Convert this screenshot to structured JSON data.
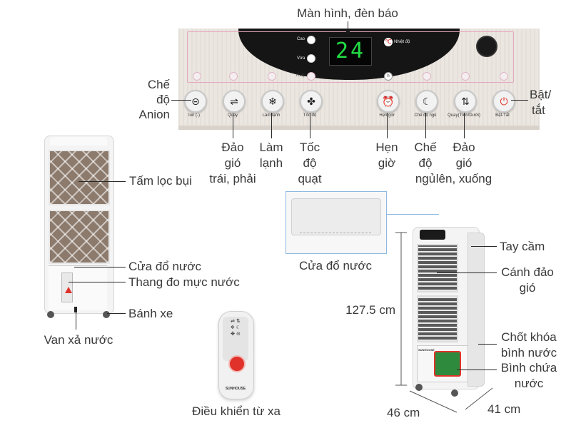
{
  "labels": {
    "display": "Màn hình, đèn báo",
    "anion": [
      "Chế",
      "độ",
      "Anion"
    ],
    "power": [
      "Bật/",
      "tắt"
    ],
    "swing_lr": [
      "Đảo",
      "gió",
      "trái, phải"
    ],
    "cooling": [
      "Làm",
      "lạnh"
    ],
    "fan_speed": [
      "Tốc",
      "độ",
      "quạt"
    ],
    "timer": [
      "Hẹn",
      "giờ"
    ],
    "sleep": [
      "Chế",
      "độ",
      "ngủ"
    ],
    "swing_ud": [
      "Đảo",
      "gió",
      "lên, xuống"
    ],
    "dust_filter": "Tấm lọc bụi",
    "water_inlet_front": "Cửa đổ nước",
    "water_gauge": "Thang đo mực nước",
    "wheels": "Bánh xe",
    "drain_valve": "Van xả nước",
    "remote": "Điều khiển từ xa",
    "water_inlet_top": "Cửa đổ nước",
    "handle": "Tay cầm",
    "louvers": [
      "Cánh đảo",
      "gió"
    ],
    "tank_lock": [
      "Chốt khóa",
      "bình nước"
    ],
    "tank": [
      "Bình chứa",
      "nước"
    ]
  },
  "dimensions": {
    "height": "127.5 cm",
    "width": "46 cm",
    "depth": "41 cm"
  },
  "panel": {
    "display_value": "24",
    "speed_high": "Cao",
    "speed_mid": "Vừa",
    "speed_low": "Thấp",
    "temp": "Nhiệt độ",
    "hour": "h",
    "buttons": [
      {
        "label": "Ion (-)",
        "icon": "ion-icon",
        "glyph": "⊝"
      },
      {
        "label": "Quay",
        "icon": "swing-lr-icon",
        "glyph": "⇌"
      },
      {
        "label": "Làm lạnh",
        "icon": "snowflake-icon",
        "glyph": "❄"
      },
      {
        "label": "Tốc độ",
        "icon": "fan-icon",
        "glyph": "✤"
      },
      {
        "label": "Hẹn giờ",
        "icon": "alarm-clock-icon",
        "glyph": "⏰"
      },
      {
        "label": "Chế độ ngủ",
        "icon": "moon-icon",
        "glyph": "☾"
      },
      {
        "label": "Quay(Trên/Dưới)",
        "icon": "swing-ud-icon",
        "glyph": "⇅"
      },
      {
        "label": "Bật-Tắt",
        "icon": "power-icon",
        "glyph": "⏻"
      }
    ]
  },
  "brand": "SUNHOUSE",
  "colors": {
    "power_red": "#e0322a",
    "display_green": "#22dd44",
    "callout_blue": "#8fb9e2"
  }
}
